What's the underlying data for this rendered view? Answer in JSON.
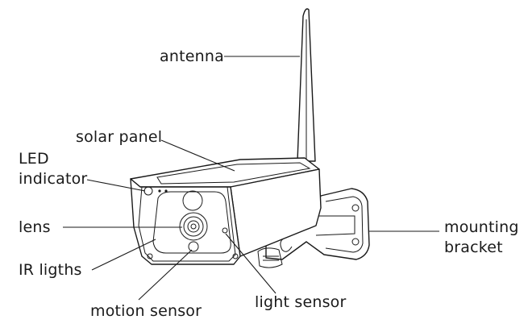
{
  "labels": {
    "antenna": "antenna",
    "solar_panel": "solar panel",
    "led_line1": "LED",
    "led_line2": "indicator",
    "lens": "lens",
    "ir_lights": "IR ligths",
    "motion_sensor": "motion sensor",
    "light_sensor": "light sensor",
    "mounting_line1": "mounting",
    "mounting_line2": "bracket"
  }
}
